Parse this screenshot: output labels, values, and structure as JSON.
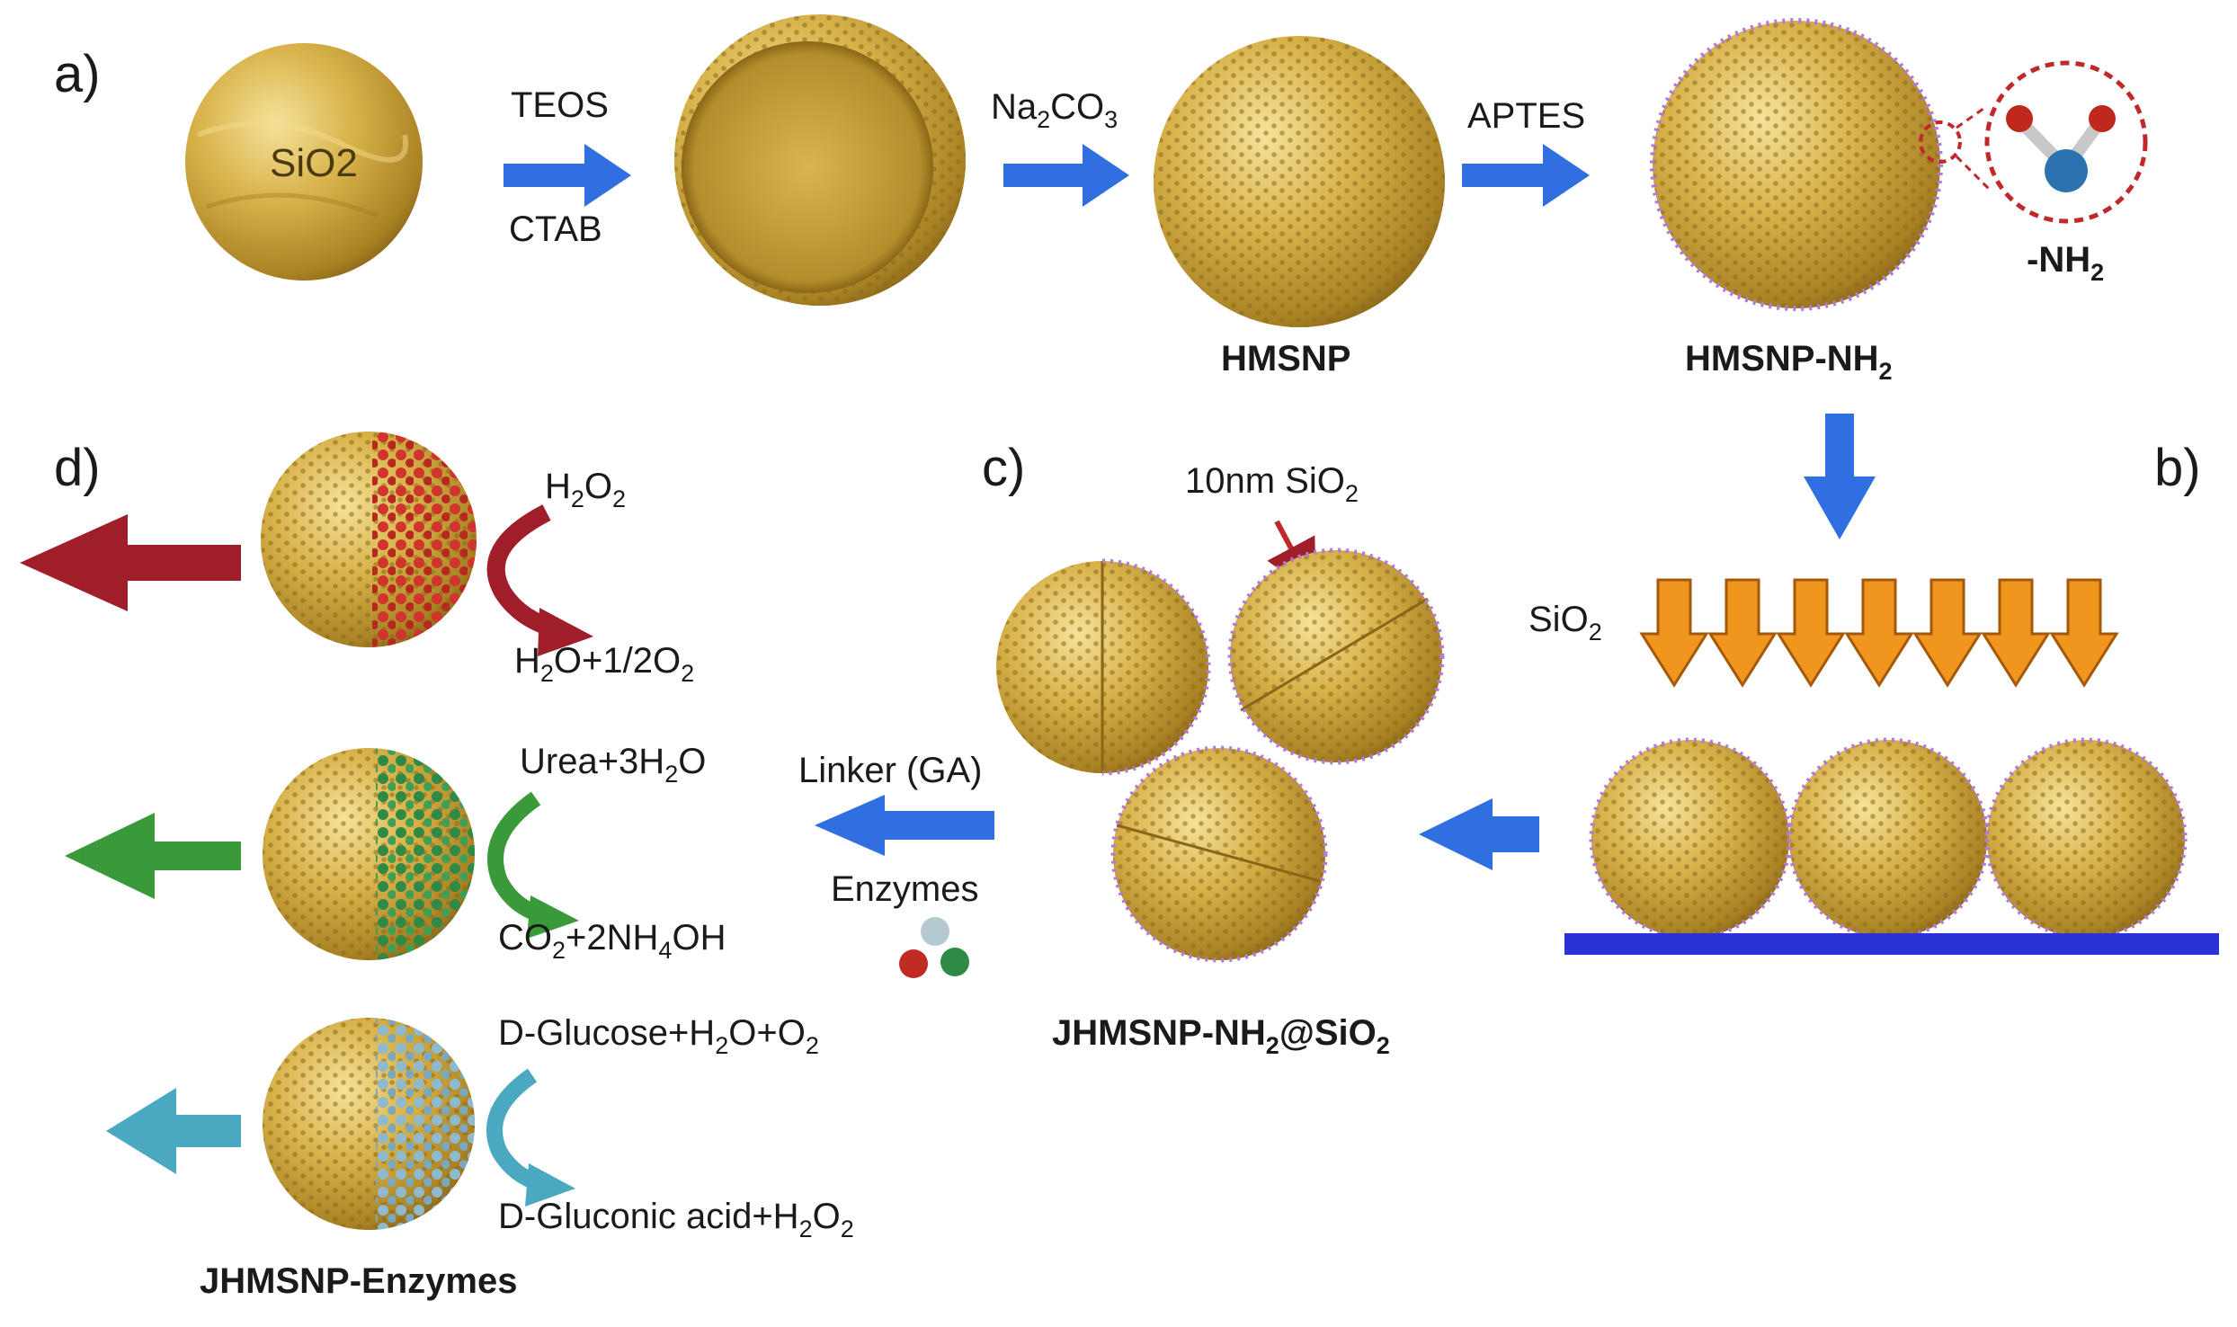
{
  "panels": {
    "a": "a)",
    "b": "b)",
    "c": "c)",
    "d": "d)"
  },
  "reagents": {
    "teos": "TEOS",
    "ctab": "CTAB",
    "na2co3": "Na2CO3",
    "aptes": "APTES",
    "sio2_deposition": "SiO2",
    "ten_nm_sio2": "10nm SiO2",
    "linker": "Linker (GA)",
    "enzymes": "Enzymes"
  },
  "particles": {
    "core": "SiO2",
    "hmsnp": "HMSNP",
    "hmsnp_nh2": "HMSNP-NH2",
    "amine_group": "-NH2",
    "jhmsnp_nh2_sio2": "JHMSNP-NH2@SiO2",
    "jhmsnp_enzymes": "JHMSNP-Enzymes"
  },
  "reactions": [
    {
      "substrate": "H2O2",
      "product": "H2O+1/2O2",
      "color": "#a01e2a"
    },
    {
      "substrate": "Urea+3H2O",
      "product": "CO2+2NH4OH",
      "color": "#3a9a3a"
    },
    {
      "substrate": "D-Glucose+H2O+O2",
      "product": "D-Gluconic acid+H2O2",
      "color": "#4aa8c0"
    }
  ],
  "colors": {
    "gold": "#c9a23a",
    "process_arrow": "#2f6fe0",
    "deposition_arrow": "#f0961e",
    "substrate_bar": "#2a32d8",
    "pointer": "#c0282a"
  }
}
